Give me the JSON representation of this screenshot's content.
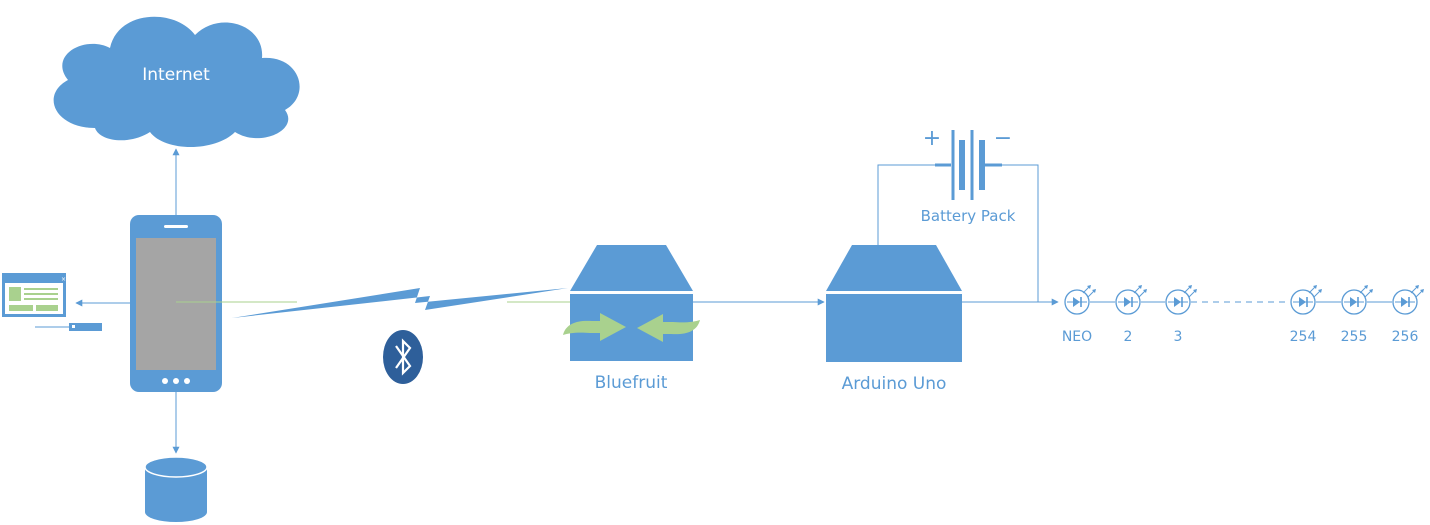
{
  "cloud": {
    "label": "Internet"
  },
  "bluefruit": {
    "label": "Bluefruit"
  },
  "arduino": {
    "label": "Arduino Uno"
  },
  "battery": {
    "label": "Battery Pack",
    "plus": "+",
    "minus": "−"
  },
  "leds": [
    "NEO",
    "2",
    "3",
    "254",
    "255",
    "256"
  ],
  "colors": {
    "accent": "#5b9bd5",
    "green": "#a9d18e",
    "screen": "#a5a5a5",
    "bluetooth": "#2e5f9a"
  },
  "icons": [
    "cloud-icon",
    "smartphone-icon",
    "monitor-icon",
    "database-icon",
    "bluetooth-icon",
    "lightning-link-icon",
    "battery-icon",
    "led-icon"
  ]
}
